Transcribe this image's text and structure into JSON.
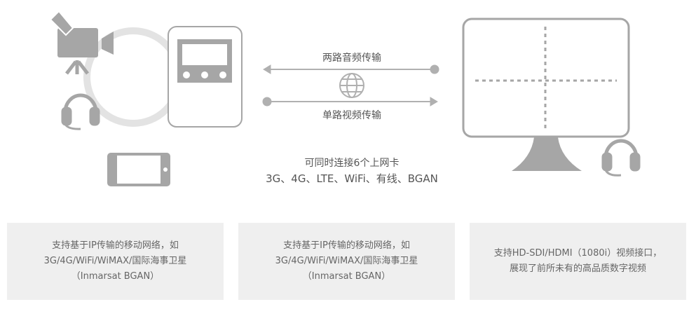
{
  "diagram": {
    "audio_label": "两路音频传输",
    "video_label": "单路视频传输",
    "network_line1": "可同时连接6个上网卡",
    "network_line2": "3G、4G、LTE、WiFi、有线、BGAN"
  },
  "features": [
    {
      "lines": [
        "支持基于IP传输的移动网络，如",
        "3G/4G/WiFi/WiMAX/国际海事卫星",
        "（Inmarsat BGAN）"
      ]
    },
    {
      "lines": [
        "支持基于IP传输的移动网络，如",
        "3G/4G/WiFi/WiMAX/国际海事卫星",
        "（Inmarsat BGAN）"
      ]
    },
    {
      "lines": [
        "支持HD-SDI/HDMI（1080i）视频接口，",
        "展现了前所未有的高品质数字视频"
      ]
    }
  ],
  "colors": {
    "icon": "#a6a6a6",
    "ring": "#e3e3e3",
    "panel": "#efefef"
  }
}
